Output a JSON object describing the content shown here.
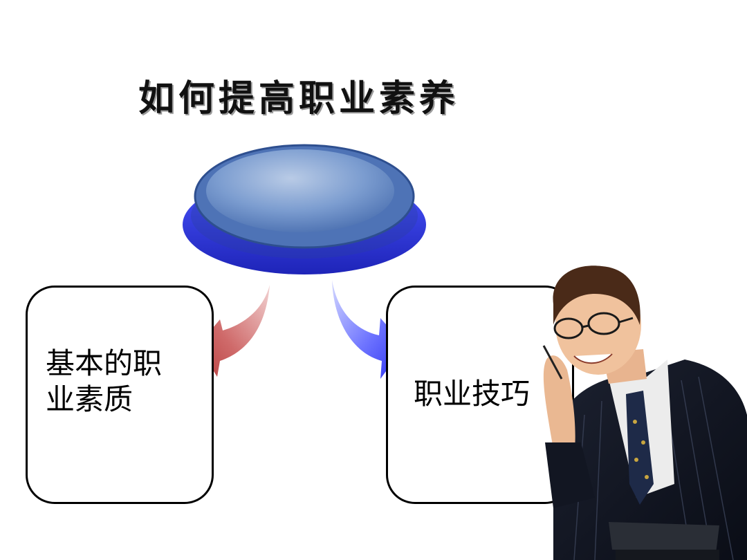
{
  "title": "如何提高职业素养",
  "branches": [
    {
      "label": "基本的职业素质"
    },
    {
      "label": "职业技巧"
    }
  ],
  "colors": {
    "disk_top": "#5f86c4",
    "disk_rim": "#2b33e0",
    "arrow_left": "#c44d4d",
    "arrow_right": "#3f45f0"
  },
  "illustration": "businessman-with-glasses-photo"
}
